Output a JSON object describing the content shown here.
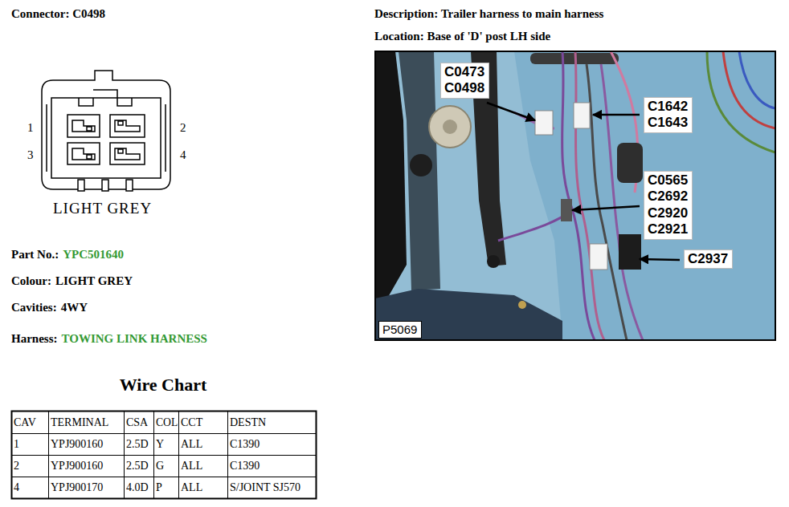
{
  "diagram": {
    "title": "Connector: C0498",
    "nodes": [
      {
        "text": [
          "C0473 C0498"
        ]
      },
      {
        "text": [
          "C1642 C1643"
        ]
      },
      {
        "text": [
          "C0565 C2692 C2920 C2921"
        ]
      },
      {
        "text": [
          "C2937"
        ]
      },
      {
        "text": [
          "P5069"
        ]
      }
    ],
    "labels": [
      "1",
      "2",
      "3",
      "4",
      "LIGHT GREY",
      "Part No.:",
      "YPC501640",
      "Colour:",
      "LIGHT GREY",
      "Cavities:",
      "4WY",
      "Harness:",
      "TOWING LINK HARNESS",
      "Wire Chart",
      "CAV",
      "TERMINAL",
      "CSA",
      "COL",
      "CCT",
      "DESTN",
      "1",
      "YPJ900160",
      "2.5D",
      "Y",
      "ALL",
      "C1390",
      "2",
      "YPJ900160",
      "2.5D",
      "G",
      "ALL",
      "C1390",
      "4",
      "YPJ900170",
      "4.0D",
      "P",
      "ALL",
      "S/JOINT SJ570",
      "Description: Trailer harness to main harness",
      "Location: Base of 'D' post LH side"
    ]
  }
}
